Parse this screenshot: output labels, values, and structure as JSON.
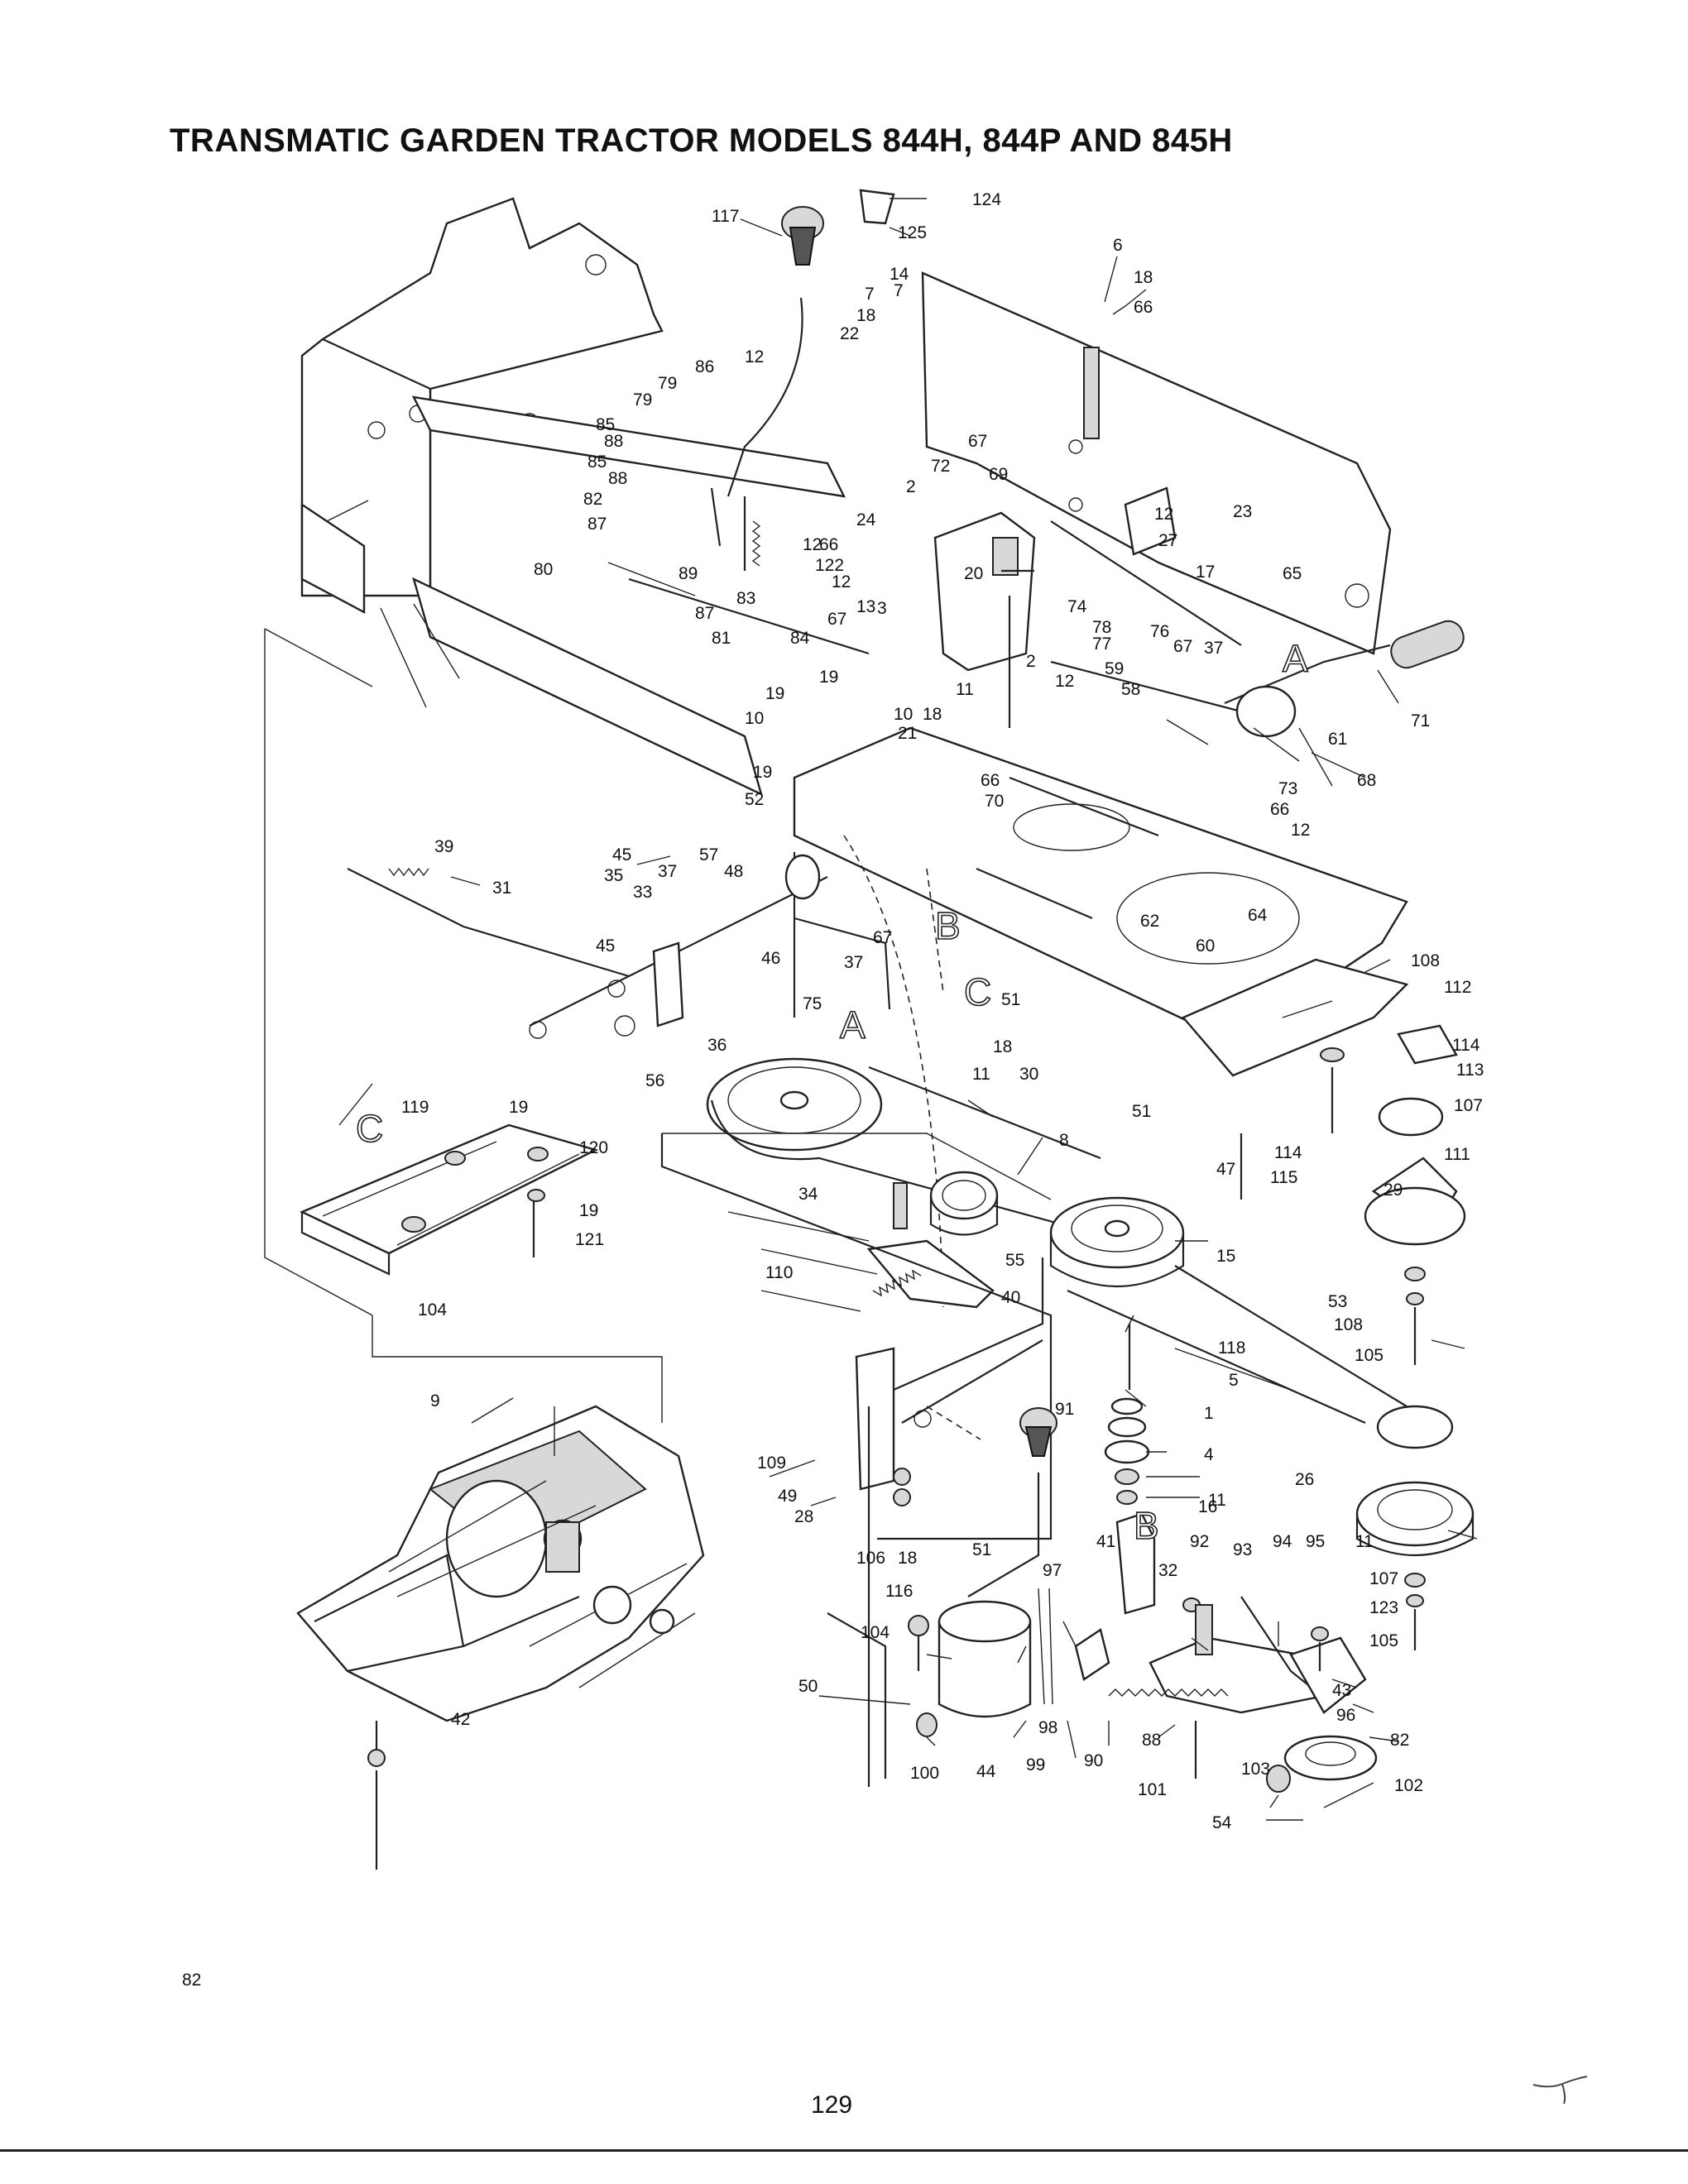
{
  "header": {
    "title": "TRANSMATIC GARDEN TRACTOR MODELS 844H, 844P AND 845H"
  },
  "footer": {
    "page_number": "129"
  },
  "reference_letters": [
    "A",
    "B",
    "C",
    "A",
    "C",
    "B"
  ],
  "part_numbers": [
    "117",
    "124",
    "125",
    "14",
    "7",
    "18",
    "22",
    "7",
    "18",
    "6",
    "66",
    "86",
    "12",
    "79",
    "85",
    "79",
    "88",
    "85",
    "88",
    "82",
    "87",
    "80",
    "89",
    "87",
    "81",
    "83",
    "12",
    "66",
    "122",
    "12",
    "67",
    "72",
    "2",
    "69",
    "23",
    "12",
    "27",
    "17",
    "24",
    "65",
    "3",
    "20",
    "13",
    "84",
    "67",
    "74",
    "78",
    "76",
    "67",
    "37",
    "19",
    "10",
    "19",
    "11",
    "2",
    "12",
    "77",
    "59",
    "58",
    "10",
    "21",
    "18",
    "71",
    "61",
    "68",
    "19",
    "52",
    "66",
    "70",
    "73",
    "66",
    "12",
    "39",
    "31",
    "45",
    "37",
    "33",
    "48",
    "35",
    "45",
    "57",
    "67",
    "37",
    "62",
    "64",
    "60",
    "46",
    "75",
    "51",
    "108",
    "112",
    "36",
    "18",
    "11",
    "56",
    "30",
    "8",
    "51",
    "114",
    "113",
    "107",
    "47",
    "114",
    "115",
    "111",
    "119",
    "19",
    "120",
    "34",
    "15",
    "19",
    "121",
    "55",
    "29",
    "110",
    "40",
    "53",
    "108",
    "105",
    "104",
    "118",
    "5",
    "1",
    "9",
    "91",
    "4",
    "26",
    "109",
    "49",
    "28",
    "11",
    "16",
    "11",
    "107",
    "106",
    "18",
    "51",
    "116",
    "41",
    "32",
    "92",
    "93",
    "94",
    "95",
    "97",
    "123",
    "105",
    "104",
    "50",
    "43",
    "96",
    "98",
    "88",
    "82",
    "99",
    "90",
    "103",
    "101",
    "102",
    "100",
    "44",
    "42",
    "54",
    "82"
  ]
}
